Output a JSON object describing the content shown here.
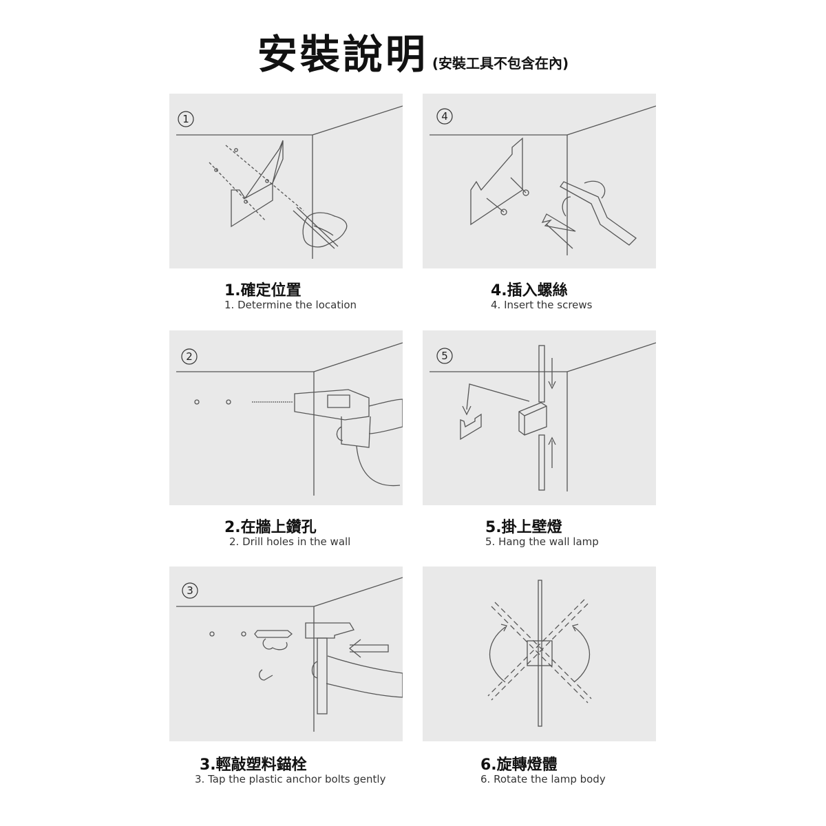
{
  "header": {
    "title": "安裝說明",
    "subtitle": "(安裝工具不包含在內)"
  },
  "steps": [
    {
      "badge": "1",
      "title_cn": "1.確定位置",
      "title_en": "1. Determine the location"
    },
    {
      "badge": "2",
      "title_cn": "2.在牆上鑽孔",
      "title_en": "2. Drill holes in the wall"
    },
    {
      "badge": "3",
      "title_cn": "3.輕敲塑料錨栓",
      "title_en": "3. Tap the plastic anchor bolts gently"
    },
    {
      "badge": "4",
      "title_cn": "4.插入螺絲",
      "title_en": "4. Insert the screws"
    },
    {
      "badge": "5",
      "title_cn": "5.掛上壁燈",
      "title_en": "5. Hang the wall lamp"
    },
    {
      "badge": "",
      "title_cn": "6.旋轉燈體",
      "title_en": "6. Rotate the lamp body"
    }
  ],
  "colors": {
    "panel_bg": "#e9e9e9",
    "line": "#555555",
    "text": "#111111"
  }
}
